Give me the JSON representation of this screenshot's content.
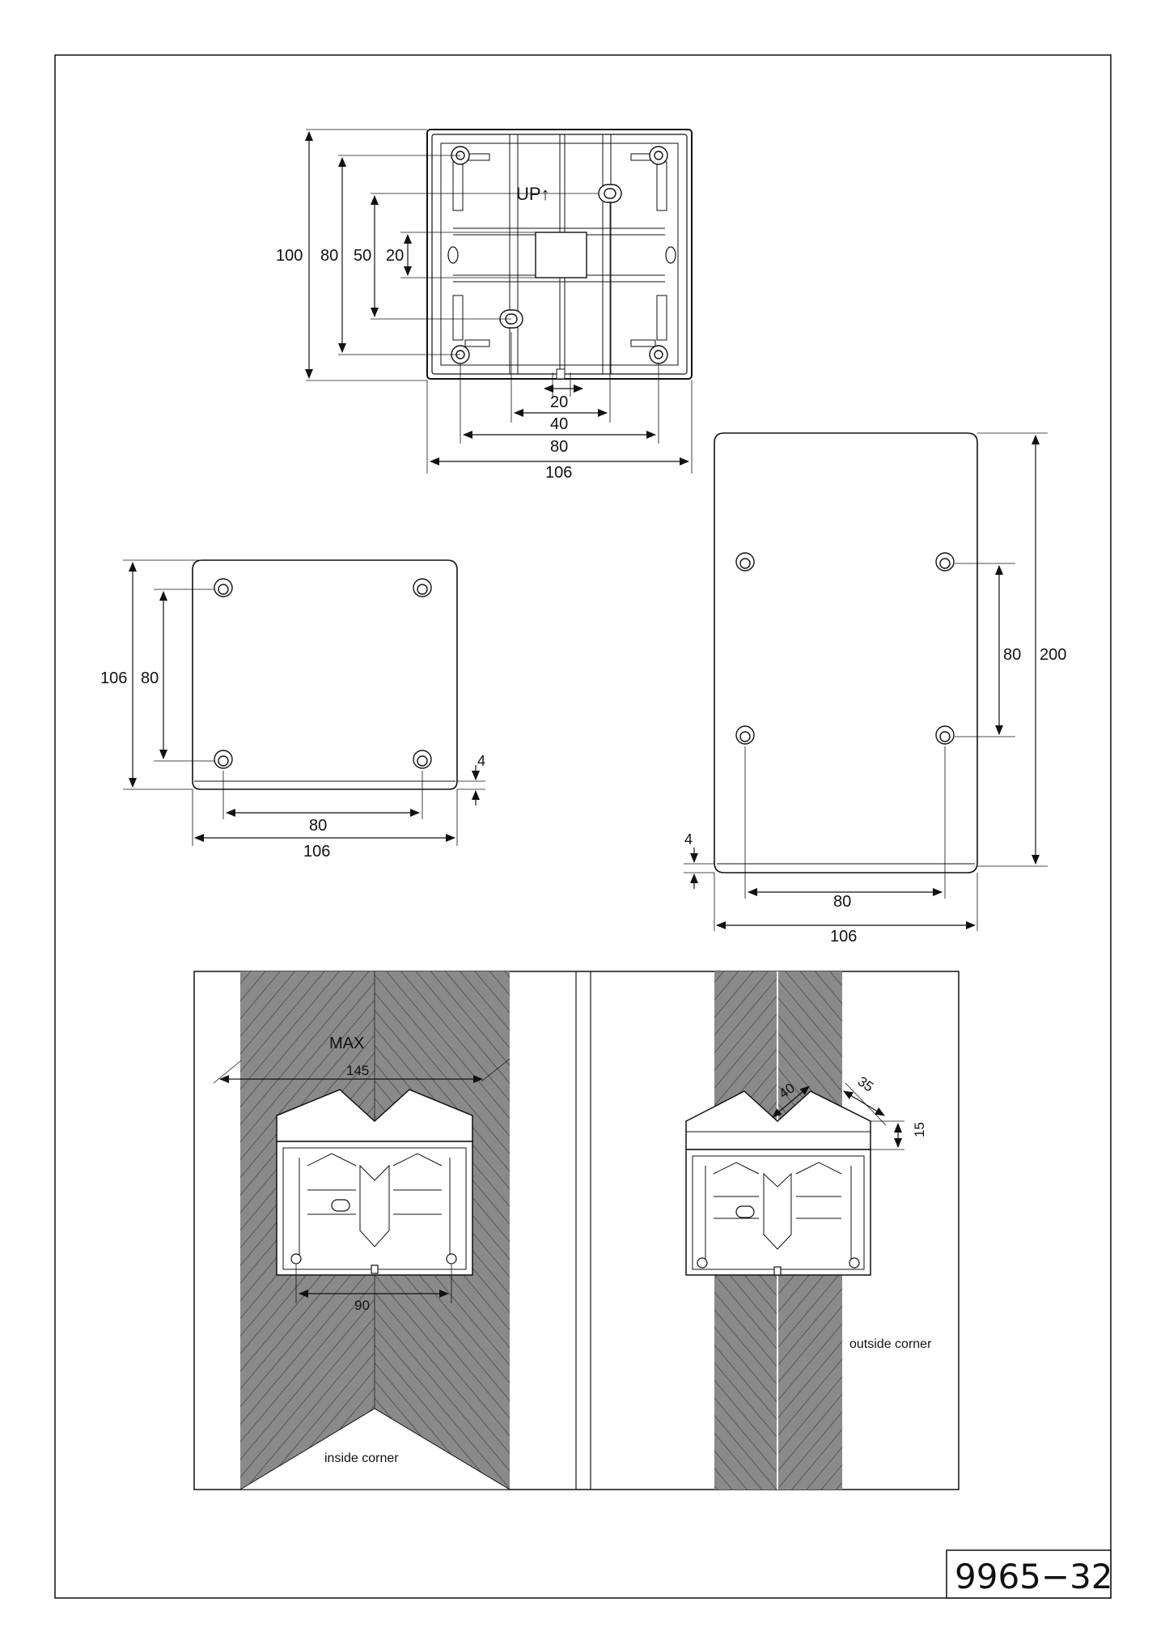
{
  "part_number": "9965−32",
  "colors": {
    "ink": "#111111",
    "wall": "#8a8a8a",
    "wall_stripe": "#5a5a5a",
    "paper": "#ffffff",
    "fill_light": "#f2f2f2",
    "fill_mid": "#dcdcdc"
  },
  "back_box": {
    "up_label": "UP↑",
    "heights": [
      "100",
      "80",
      "50",
      "20"
    ],
    "widths": [
      "20",
      "40",
      "80",
      "106"
    ]
  },
  "square_plate": {
    "height": "106",
    "hole_height": "80",
    "hole_width": "80",
    "width": "106",
    "thickness": "4"
  },
  "tall_plate": {
    "hole_height": "80",
    "height": "200",
    "thickness": "4",
    "hole_width": "80",
    "width": "106"
  },
  "inside_corner": {
    "max_label": "MAX",
    "max_value": "145",
    "hole_spacing": "90",
    "caption": "inside corner"
  },
  "outside_corner": {
    "d40": "40",
    "d35": "35",
    "d15": "15",
    "caption": "outside corner"
  }
}
